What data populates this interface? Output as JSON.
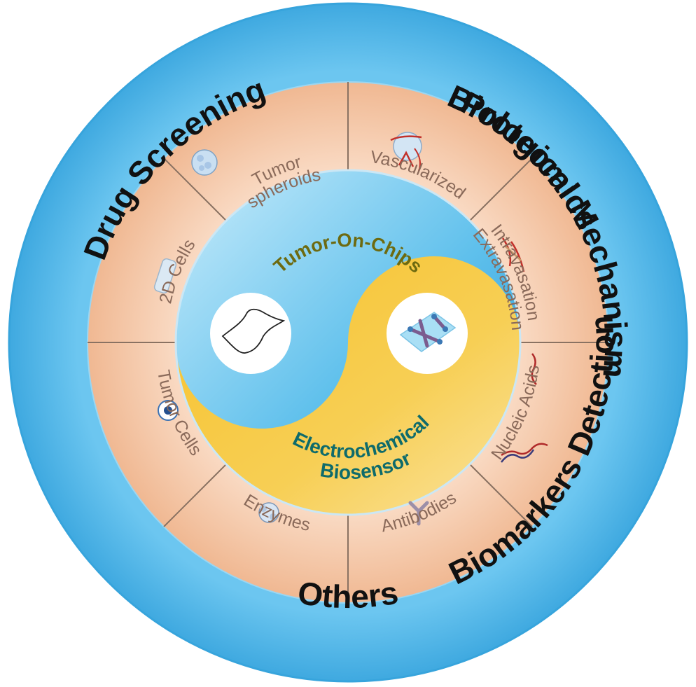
{
  "outer_ring": {
    "labels": {
      "drug_screening": "Drug Screening",
      "proteomics": "Proteomics",
      "biomarkers_detection": "Biomarkers Detection",
      "biological_mechanism": "Biological Mechanism",
      "others": "Others"
    }
  },
  "segments": {
    "tumor_spheroids": {
      "line1": "Tumor",
      "line2": "spheroids"
    },
    "vascularized": {
      "line1": "Vascularized"
    },
    "intravasation": {
      "line1": "Intravasation",
      "line2": "Extravasation"
    },
    "nucleic_acids": {
      "line1": "Nucleic Acids"
    },
    "antibodies": {
      "line1": "Antibodies"
    },
    "enzymes": {
      "line1": "Enzymes"
    },
    "tumor_cells": {
      "line1": "Tumor Cells"
    },
    "cells_2d": {
      "line1": "2D Cells"
    }
  },
  "center": {
    "top_label": "Tumor-On-Chips",
    "bottom_label_line1": "Electrochemical",
    "bottom_label_line2": "Biosensor"
  },
  "colors": {
    "outer_ring": "#49b3e6",
    "segment_fill": "#f5c8a6",
    "divider": "#8a7060",
    "yin_blue": "#2aa2de",
    "yin_yellow": "#f4b81e"
  }
}
